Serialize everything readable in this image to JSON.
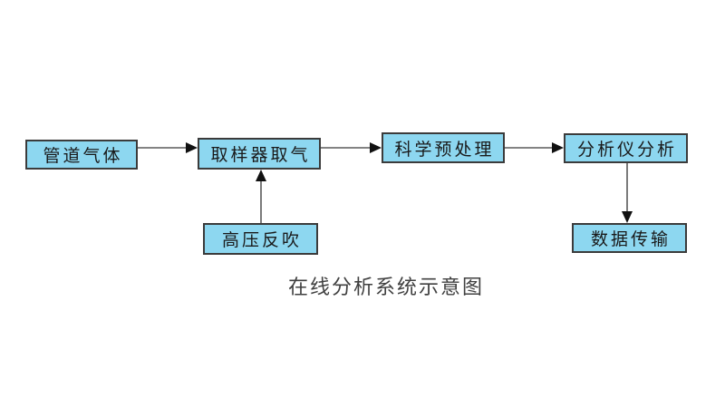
{
  "caption": "在线分析系统示意图",
  "colors": {
    "background": "#FFFFFF",
    "box_fill": "#8DD7F0",
    "box_border": "#3B3B3B",
    "line": "#5A5A5A",
    "arrowhead": "#111111",
    "text": "#1A1A1A"
  },
  "nodes": [
    {
      "id": "pipeline-gas",
      "label": "管道气体"
    },
    {
      "id": "sampler",
      "label": "取样器取气"
    },
    {
      "id": "pretreatment",
      "label": "科学预处理"
    },
    {
      "id": "analyzer",
      "label": "分析仪分析"
    },
    {
      "id": "data-transmission",
      "label": "数据传输"
    },
    {
      "id": "backflush",
      "label": "高压反吹"
    }
  ],
  "edges": [
    {
      "from": "管道气体",
      "to": "取样器取气",
      "direction": "right"
    },
    {
      "from": "取样器取气",
      "to": "科学预处理",
      "direction": "right"
    },
    {
      "from": "科学预处理",
      "to": "分析仪分析",
      "direction": "right"
    },
    {
      "from": "分析仪分析",
      "to": "数据传输",
      "direction": "down"
    },
    {
      "from": "高压反吹",
      "to": "取样器取气",
      "direction": "up"
    }
  ]
}
